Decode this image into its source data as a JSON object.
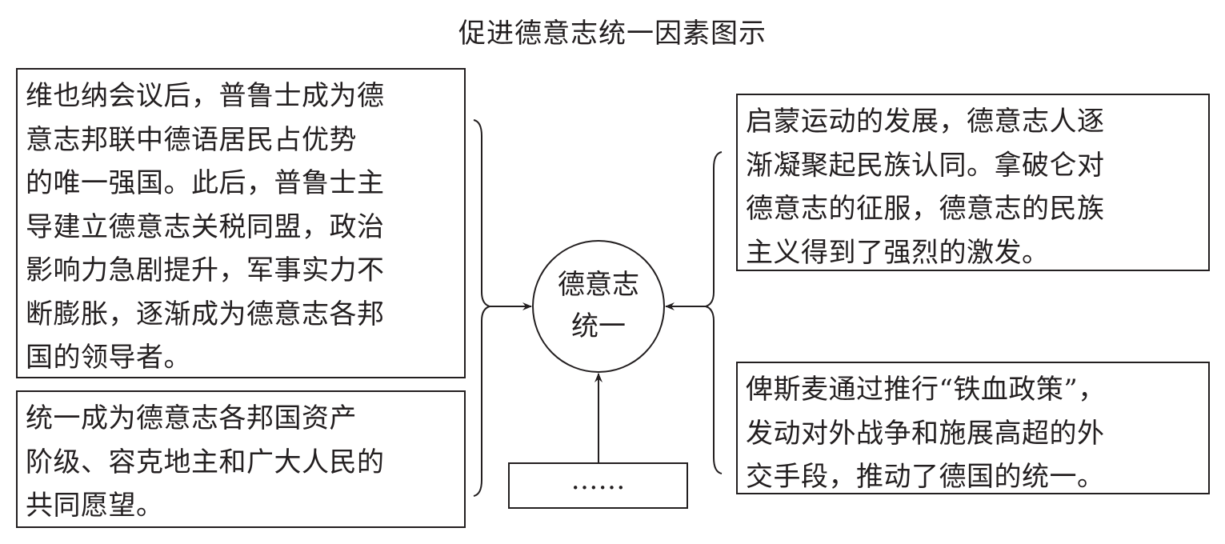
{
  "title": "促进德意志统一因素图示",
  "center": {
    "lines": [
      "德意志",
      "统一"
    ]
  },
  "left_boxes": [
    {
      "lines": [
        "维也纳会议后，普鲁士成为德",
        "意志邦联中德语居民占优势",
        "的唯一强国。此后，普鲁士主",
        "导建立德意志关税同盟，政治",
        "影响力急剧提升，军事实力不",
        "断膨胀，逐渐成为德意志各邦",
        "国的领导者。"
      ]
    },
    {
      "lines": [
        "统一成为德意志各邦国资产",
        "阶级、容克地主和广大人民的",
        "共同愿望。"
      ]
    }
  ],
  "right_boxes": [
    {
      "lines": [
        "启蒙运动的发展，德意志人逐",
        "渐凝聚起民族认同。拿破仑对",
        "德意志的征服，德意志的民族",
        "主义得到了强烈的激发。"
      ]
    },
    {
      "lines": [
        "俾斯麦通过推行“铁血政策”，",
        "发动对外战争和施展高超的外",
        "交手段，推动了德国的统一。"
      ]
    }
  ],
  "bottom_box": {
    "text": "……"
  }
}
